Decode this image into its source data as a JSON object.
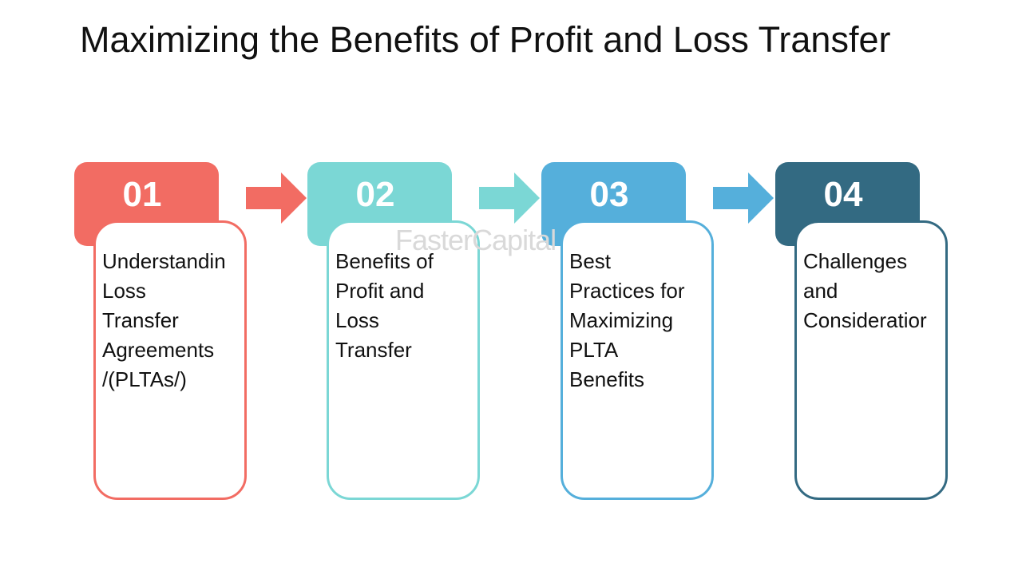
{
  "title": "Maximizing the Benefits of Profit and Loss Transfer",
  "watermark": "FasterCapital",
  "steps": [
    {
      "number": "01",
      "text": "Understandin\nLoss\nTransfer\nAgreements\n/(PLTAs/)",
      "color": "#f26c63"
    },
    {
      "number": "02",
      "text": "Benefits of\nProfit and\nLoss\nTransfer",
      "color": "#7bd7d5"
    },
    {
      "number": "03",
      "text": "Best\nPractices for\nMaximizing\nPLTA\nBenefits",
      "color": "#55afdb"
    },
    {
      "number": "04",
      "text": "Challenges\nand\nConsideratior",
      "color": "#336a82"
    }
  ]
}
